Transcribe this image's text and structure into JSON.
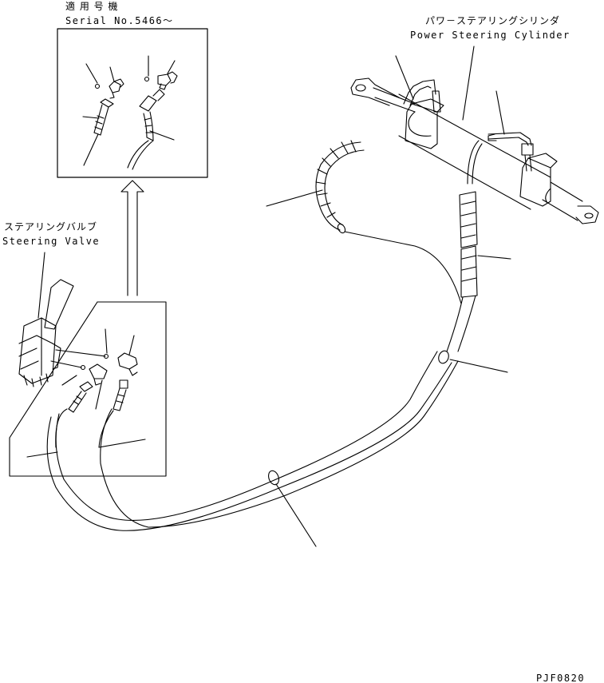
{
  "inset": {
    "applicable_jp": "適 用 号 機",
    "serial": "Serial No.5466～"
  },
  "cylinder": {
    "name_jp": "パワ－ステアリングシリンダ",
    "name_en": "Power Steering Cylinder"
  },
  "valve": {
    "name_jp": "ステアリングバルブ",
    "name_en": "Steering Valve"
  },
  "drawing_code": "PJF0820",
  "colors": {
    "line": "#000000",
    "background": "#ffffff"
  }
}
